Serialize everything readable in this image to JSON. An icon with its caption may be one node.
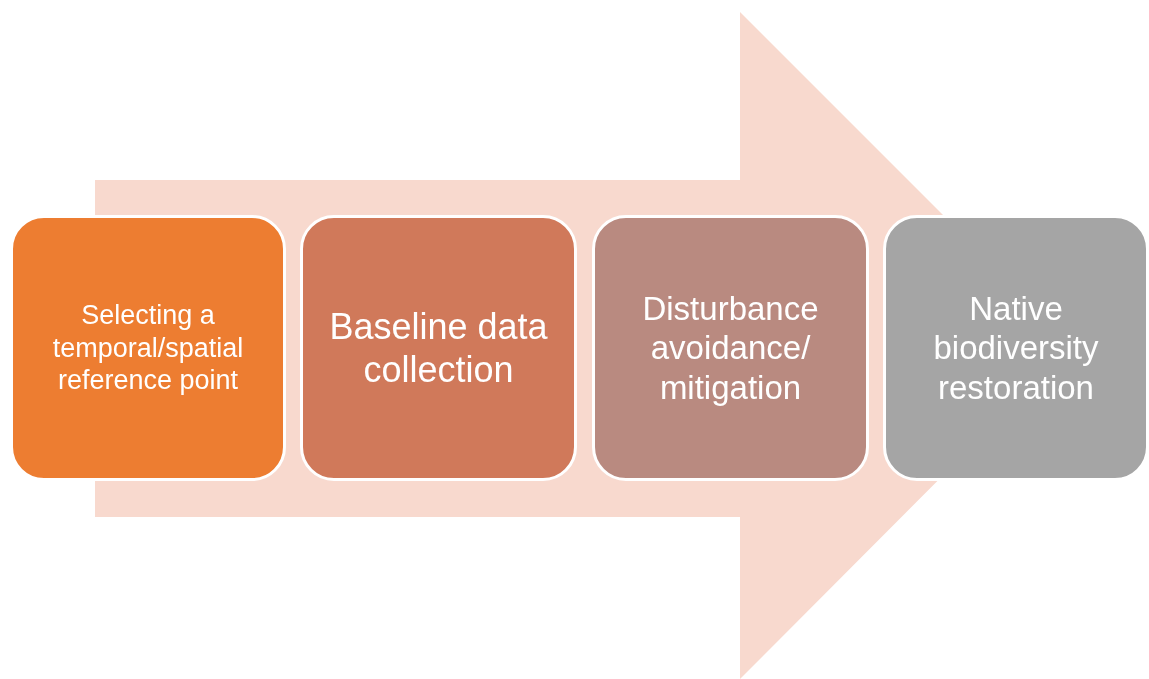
{
  "diagram": {
    "nodes": [
      {
        "text": [
          "Selecting a temporal/spatial reference point"
        ]
      },
      {
        "text": [
          "Baseline data collection"
        ]
      },
      {
        "text": [
          "Disturbance avoidance/ mitigation"
        ]
      },
      {
        "text": [
          "Native biodiversity restoration"
        ]
      }
    ],
    "edges": [
      {
        "from": 0,
        "to": 3,
        "arrow": "to"
      }
    ]
  }
}
